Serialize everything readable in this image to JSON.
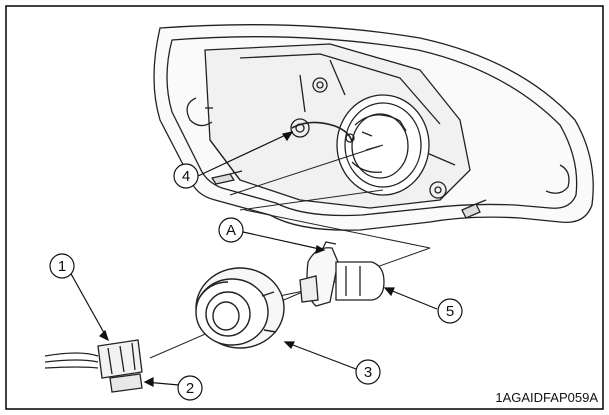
{
  "figure": {
    "code": "1AGAIDFAP059A",
    "callouts": [
      "①",
      "②",
      "③",
      "④",
      "⑤",
      "Ⓐ"
    ]
  }
}
